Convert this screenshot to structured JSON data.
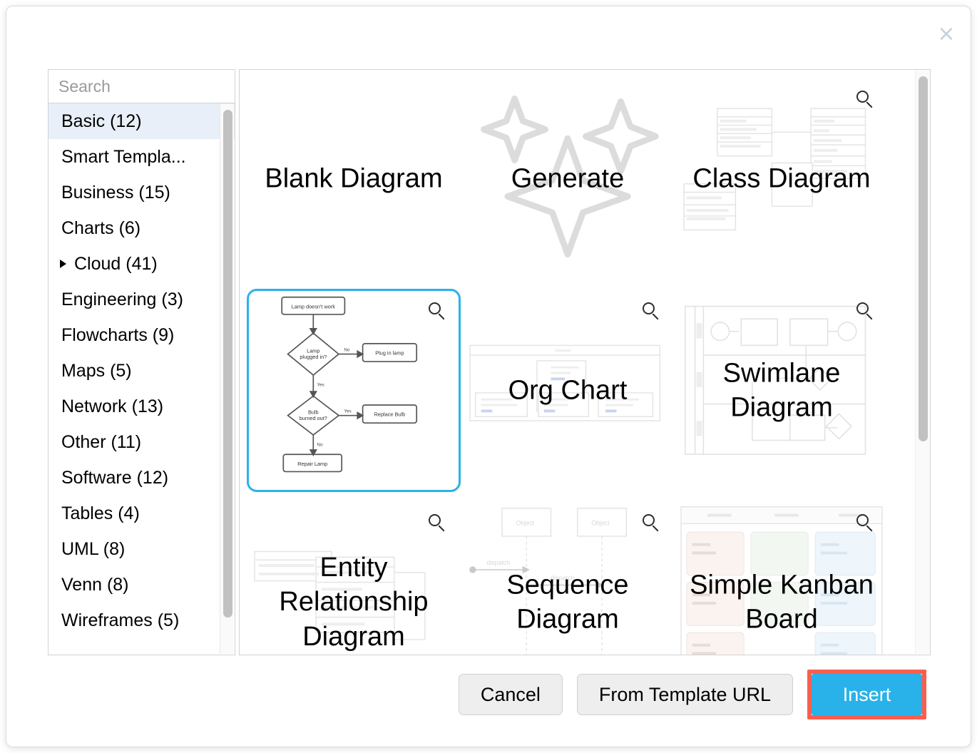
{
  "dialog": {
    "close_label": "×"
  },
  "search": {
    "placeholder": "Search",
    "value": "",
    "icon": "search-icon"
  },
  "sidebar": {
    "categories": [
      {
        "label": "Basic (12)",
        "selected": true,
        "expandable": false
      },
      {
        "label": "Smart Templa...",
        "selected": false,
        "expandable": false
      },
      {
        "label": "Business (15)",
        "selected": false,
        "expandable": false
      },
      {
        "label": "Charts (6)",
        "selected": false,
        "expandable": false
      },
      {
        "label": "Cloud (41)",
        "selected": false,
        "expandable": true
      },
      {
        "label": "Engineering (3)",
        "selected": false,
        "expandable": false
      },
      {
        "label": "Flowcharts (9)",
        "selected": false,
        "expandable": false
      },
      {
        "label": "Maps (5)",
        "selected": false,
        "expandable": false
      },
      {
        "label": "Network (13)",
        "selected": false,
        "expandable": false
      },
      {
        "label": "Other (11)",
        "selected": false,
        "expandable": false
      },
      {
        "label": "Software (12)",
        "selected": false,
        "expandable": false
      },
      {
        "label": "Tables (4)",
        "selected": false,
        "expandable": false
      },
      {
        "label": "UML (8)",
        "selected": false,
        "expandable": false
      },
      {
        "label": "Venn (8)",
        "selected": false,
        "expandable": false
      },
      {
        "label": "Wireframes (5)",
        "selected": false,
        "expandable": false
      }
    ]
  },
  "templates": [
    {
      "title": "Blank Diagram",
      "thumb": "none",
      "magnifier": false,
      "selected": false
    },
    {
      "title": "Generate",
      "thumb": "sparkles",
      "magnifier": false,
      "selected": false
    },
    {
      "title": "Class Diagram",
      "thumb": "class",
      "magnifier": true,
      "selected": false
    },
    {
      "title": "",
      "thumb": "flowchart",
      "magnifier": true,
      "selected": true
    },
    {
      "title": "Org Chart",
      "thumb": "orgchart",
      "magnifier": true,
      "selected": false
    },
    {
      "title": "Swimlane Diagram",
      "thumb": "swimlane",
      "magnifier": true,
      "selected": false
    },
    {
      "title": "Entity Relationship Diagram",
      "thumb": "erd",
      "magnifier": true,
      "selected": false
    },
    {
      "title": "Sequence Diagram",
      "thumb": "sequence",
      "magnifier": true,
      "selected": false
    },
    {
      "title": "Simple Kanban Board",
      "thumb": "kanban",
      "magnifier": true,
      "selected": false
    }
  ],
  "flowchart_preview": {
    "nodes": [
      {
        "id": "start",
        "text": "Lamp doesn't work",
        "shape": "rounded-rect"
      },
      {
        "id": "d1",
        "text": "Lamp plugged in?",
        "shape": "diamond"
      },
      {
        "id": "a1",
        "text": "Plug in lamp",
        "shape": "rounded-rect"
      },
      {
        "id": "d2",
        "text": "Bulb burned out?",
        "shape": "diamond"
      },
      {
        "id": "a2",
        "text": "Replace Bulb",
        "shape": "rounded-rect"
      },
      {
        "id": "a3",
        "text": "Repair Lamp",
        "shape": "rounded-rect"
      }
    ],
    "edges": [
      {
        "from": "start",
        "to": "d1",
        "label": ""
      },
      {
        "from": "d1",
        "to": "a1",
        "label": "No"
      },
      {
        "from": "d1",
        "to": "d2",
        "label": "Yes"
      },
      {
        "from": "d2",
        "to": "a2",
        "label": "Yes"
      },
      {
        "from": "d2",
        "to": "a3",
        "label": "No"
      }
    ]
  },
  "sequence_preview": {
    "objects": [
      "Object",
      "Object"
    ],
    "messages": [
      "dispatch",
      "dispatch"
    ]
  },
  "footer": {
    "cancel_label": "Cancel",
    "template_url_label": "From Template URL",
    "insert_label": "Insert"
  },
  "colors": {
    "accent_blue": "#29b2ea",
    "highlight_red": "#f95f50",
    "selected_row_bg": "#e8eff8",
    "scrollbar_thumb": "#c1c1c1",
    "close_icon": "#c3d0de"
  }
}
